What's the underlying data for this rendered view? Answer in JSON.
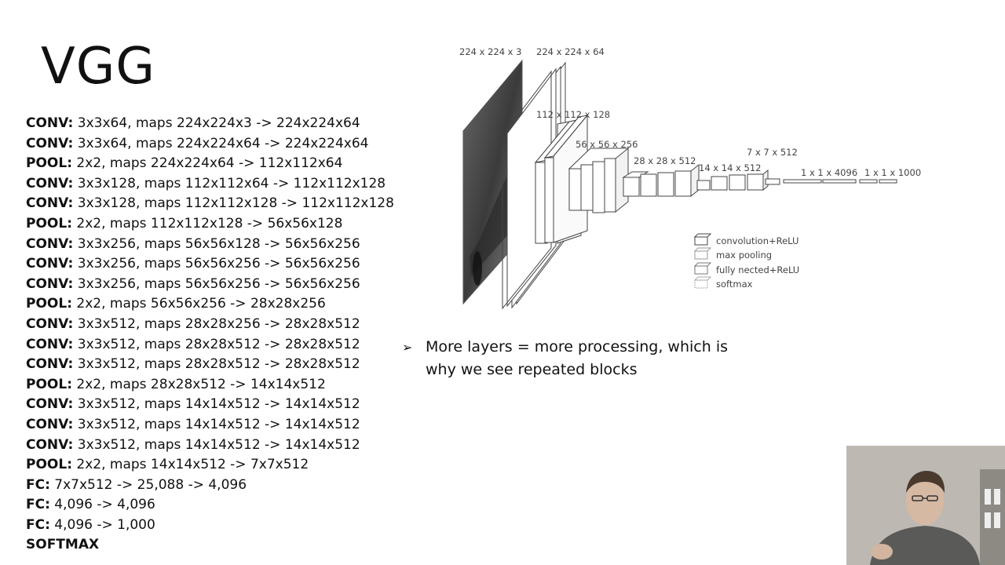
{
  "slide": {
    "title": "VGG",
    "layers": [
      {
        "kind": "CONV:",
        "detail": " 3x3x64, maps 224x224x3 -> 224x224x64"
      },
      {
        "kind": "CONV:",
        "detail": " 3x3x64, maps 224x224x64 -> 224x224x64"
      },
      {
        "kind": "POOL:",
        "detail": " 2x2, maps 224x224x64 -> 112x112x64"
      },
      {
        "kind": "CONV:",
        "detail": " 3x3x128, maps 112x112x64 -> 112x112x128"
      },
      {
        "kind": "CONV:",
        "detail": " 3x3x128, maps 112x112x128 -> 112x112x128"
      },
      {
        "kind": "POOL:",
        "detail": " 2x2, maps 112x112x128 -> 56x56x128"
      },
      {
        "kind": "CONV:",
        "detail": " 3x3x256, maps 56x56x128 -> 56x56x256"
      },
      {
        "kind": "CONV:",
        "detail": " 3x3x256, maps 56x56x256 -> 56x56x256"
      },
      {
        "kind": "CONV:",
        "detail": " 3x3x256, maps 56x56x256 -> 56x56x256"
      },
      {
        "kind": "POOL:",
        "detail": " 2x2, maps 56x56x256 -> 28x28x256"
      },
      {
        "kind": "CONV:",
        "detail": " 3x3x512, maps 28x28x256 -> 28x28x512"
      },
      {
        "kind": "CONV:",
        "detail": " 3x3x512, maps 28x28x512 -> 28x28x512"
      },
      {
        "kind": "CONV:",
        "detail": " 3x3x512, maps 28x28x512 -> 28x28x512"
      },
      {
        "kind": "POOL:",
        "detail": " 2x2, maps 28x28x512 -> 14x14x512"
      },
      {
        "kind": "CONV:",
        "detail": " 3x3x512, maps 14x14x512 -> 14x14x512"
      },
      {
        "kind": "CONV:",
        "detail": " 3x3x512, maps 14x14x512 -> 14x14x512"
      },
      {
        "kind": "CONV:",
        "detail": " 3x3x512, maps 14x14x512 -> 14x14x512"
      },
      {
        "kind": "POOL:",
        "detail": " 2x2, maps 14x14x512 -> 7x7x512"
      },
      {
        "kind": "FC:",
        "detail": " 7x7x512 -> 25,088 -> 4,096"
      },
      {
        "kind": "FC:",
        "detail": " 4,096 -> 4,096"
      },
      {
        "kind": "FC:",
        "detail": " 4,096 -> 1,000"
      },
      {
        "kind": "SOFTMAX",
        "detail": ""
      }
    ],
    "bullet_icon": "arrowhead-bullet-icon",
    "bullet_text": "More layers = more processing, which is why we see repeated blocks"
  },
  "diagram": {
    "labels": {
      "input": "224 x 224 x 3",
      "block1": "224 x 224 x 64",
      "block2": "112 x 112 x 128",
      "block3": "56 x 56 x 256",
      "block4": "28 x 28 x 512",
      "block5": "14 x 14 x 512",
      "pool5": "7 x 7 x 512",
      "fc": "1 x 1 x 4096",
      "output": "1 x 1 x 1000"
    },
    "legend": [
      {
        "label": "convolution+ReLU",
        "style": "conv"
      },
      {
        "label": "max pooling",
        "style": "pool"
      },
      {
        "label": "fully nected+ReLU",
        "style": "fc"
      },
      {
        "label": "softmax",
        "style": "softmax"
      }
    ]
  },
  "webcam": {
    "icon": "presenter-webcam-feed"
  }
}
